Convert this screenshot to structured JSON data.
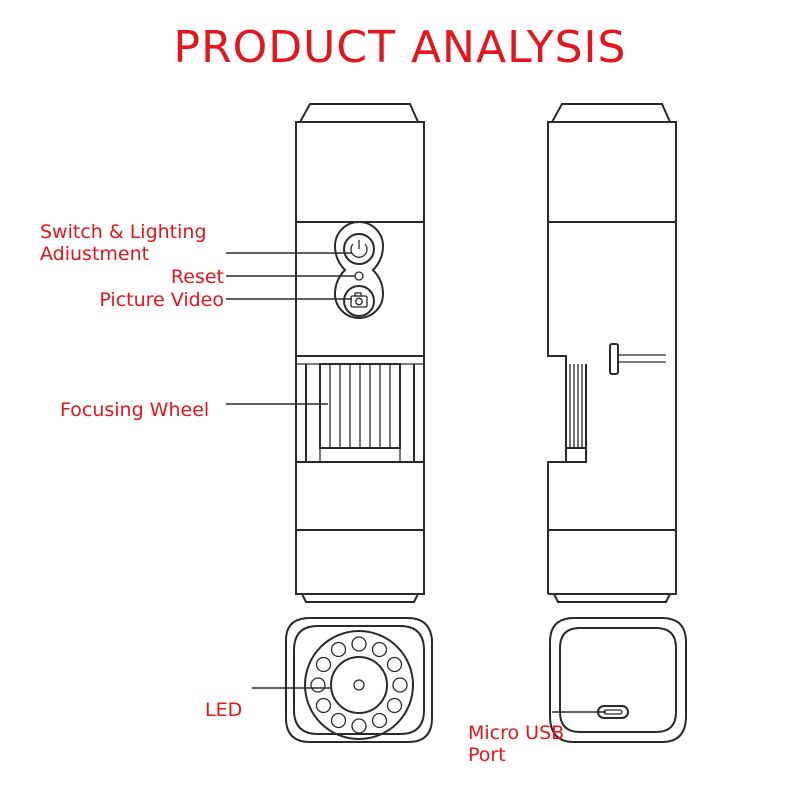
{
  "title": "PRODUCT ANALYSIS",
  "labels": {
    "switch_lighting": "Switch & Lighting Adiustment",
    "reset": "Reset",
    "picture_video": "Picture Video",
    "focusing_wheel": "Focusing Wheel",
    "led": "LED",
    "micro_usb_port": "Micro USB Port"
  },
  "colors": {
    "label": "#e8141b",
    "line": "#2a2a2a",
    "background": "#ffffff"
  },
  "icons": [
    "power-icon",
    "camera-icon"
  ],
  "led_count": 12
}
